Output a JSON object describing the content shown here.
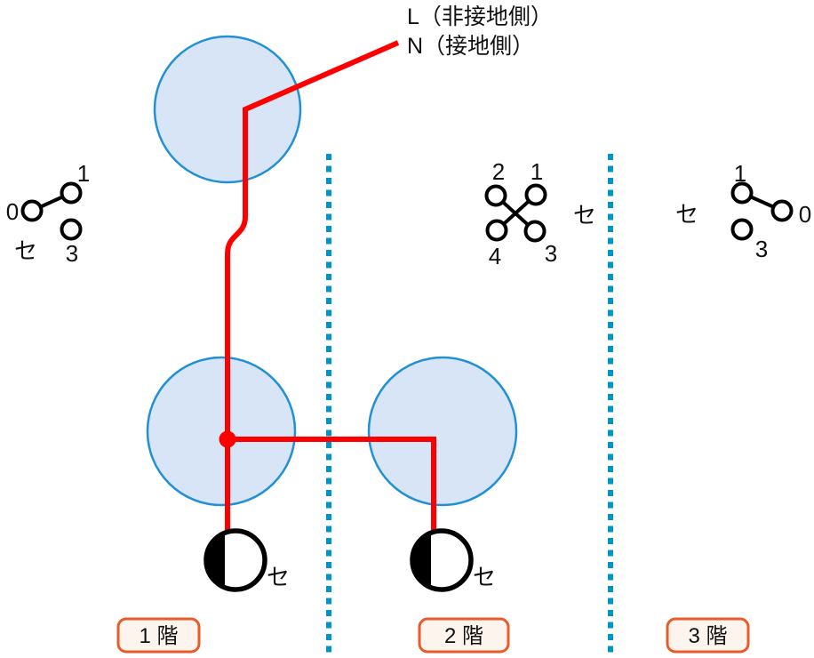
{
  "diagram_title": "wiring-diagram-3-floor-switch-circuit",
  "colors": {
    "wire_red": "#ff0000",
    "junction_fill": "#d8e5f6",
    "junction_stroke": "#2190d5",
    "floor_divider": "#0095c9",
    "floor_tag_border": "#e75c2a",
    "floor_tag_fill": "#fdf4ed",
    "symbol_black": "#000000"
  },
  "power_labels": {
    "line": "L（非接地側）",
    "neutral": "N（接地側）"
  },
  "switches": {
    "left_3way": {
      "label": "セ",
      "terminal_0": "0",
      "terminal_1": "1",
      "terminal_3": "3"
    },
    "middle_4way": {
      "label": "セ",
      "terminal_1": "1",
      "terminal_2": "2",
      "terminal_3": "3",
      "terminal_4": "4"
    },
    "right_3way": {
      "label": "セ",
      "terminal_0": "0",
      "terminal_1": "1",
      "terminal_3": "3"
    }
  },
  "lamps": {
    "floor1": {
      "label": "セ"
    },
    "floor2": {
      "label": "セ"
    }
  },
  "floors": [
    {
      "label": "1 階"
    },
    {
      "label": "2 階"
    },
    {
      "label": "3 階"
    }
  ]
}
